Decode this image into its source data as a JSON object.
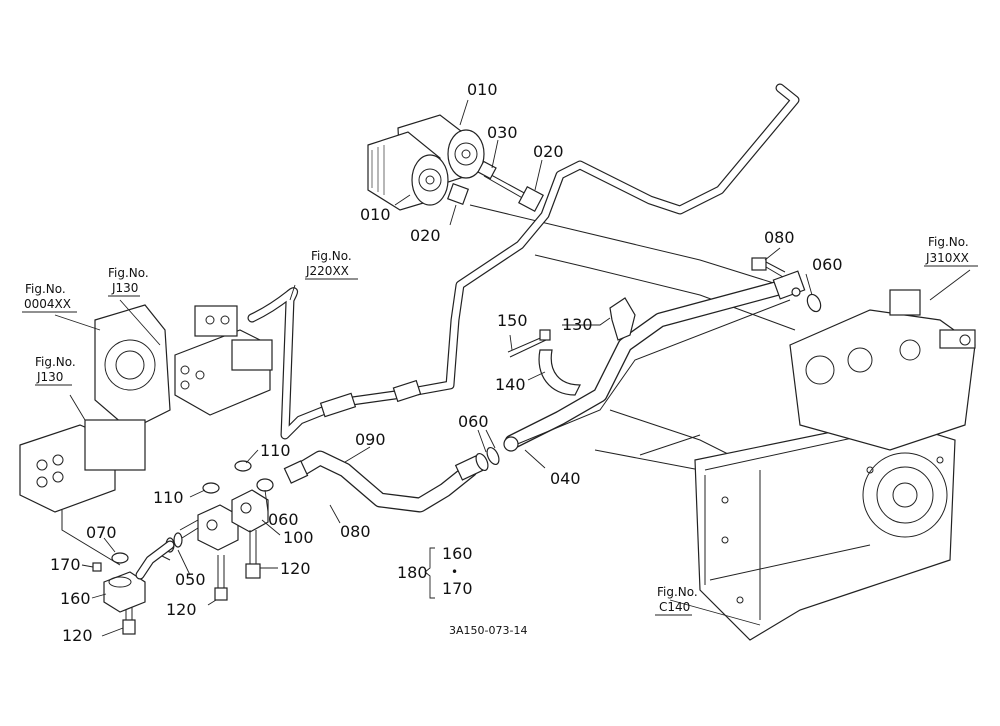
{
  "diagram_code": "3A150-073-14",
  "callouts": {
    "c010a": "010",
    "c010b": "010",
    "c030": "030",
    "c020a": "020",
    "c020b": "020",
    "c080a": "080",
    "c060a": "060",
    "c150": "150",
    "c130": "130",
    "c140": "140",
    "c060b": "060",
    "c090": "090",
    "c040": "040",
    "c110a": "110",
    "c110b": "110",
    "c060c": "060",
    "c080b": "080",
    "c100": "100",
    "c070": "070",
    "c170": "170",
    "c160": "160",
    "c050": "050",
    "c120a": "120",
    "c120b": "120",
    "c120c": "120",
    "c180": "180"
  },
  "set_group": {
    "number": "180",
    "members": [
      "160",
      "170"
    ],
    "separator": "•"
  },
  "figure_refs": {
    "j220": {
      "label": "Fig.No.",
      "code": "J220XX"
    },
    "j130a": {
      "label": "Fig.No.",
      "code": "J130"
    },
    "f0004": {
      "label": "Fig.No.",
      "code": "0004XX"
    },
    "j130b": {
      "label": "Fig.No.",
      "code": "J130"
    },
    "j310": {
      "label": "Fig.No.",
      "code": "J310XX"
    },
    "c140": {
      "label": "Fig.No.",
      "code": "C140"
    }
  }
}
